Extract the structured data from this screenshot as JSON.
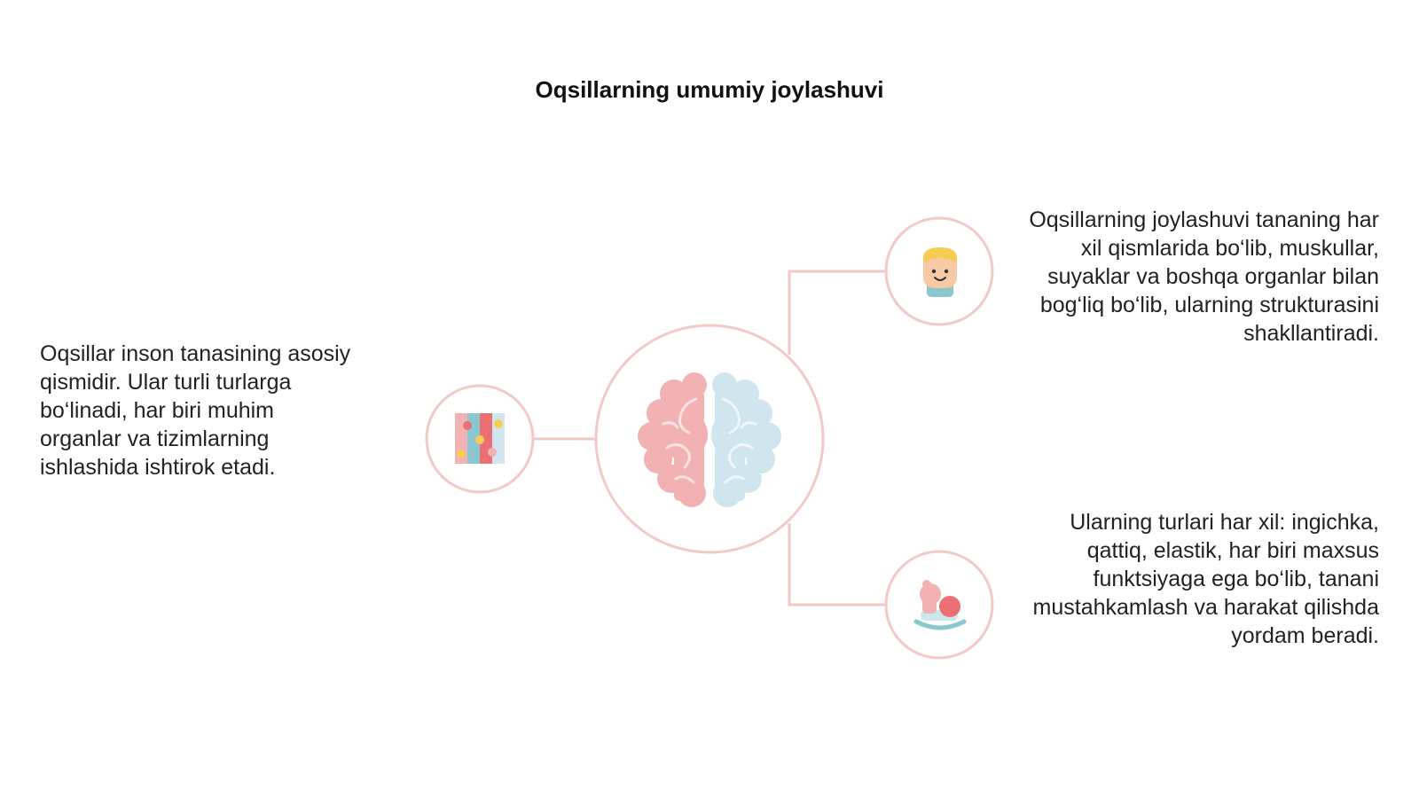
{
  "title": "Oqsillarning umumiy joylashuvi",
  "colors": {
    "connector": "#f0c8c6",
    "circle_stroke": "#f2c9c7",
    "brain_left": "#f2b1b3",
    "brain_right": "#cfe6ee",
    "accent_teal": "#8ac7cf",
    "accent_red": "#ec6f74",
    "accent_yellow": "#f4cd52"
  },
  "center_node": {
    "icon": "brain-icon"
  },
  "nodes": [
    {
      "id": "left",
      "icon": "puzzle-blocks-icon",
      "text": "Oqsillar inson tanasining asosiy qismidir. Ular turli turlarga bo‘linadi, har biri muhim organlar va tizimlarning ishlashida ishtirok etadi."
    },
    {
      "id": "right-top",
      "icon": "child-face-icon",
      "text": "Oqsillarning joylashuvi tananing har xil qismlarida bo‘lib, muskullar, suyaklar va boshqa organlar bilan bog‘liq bo‘lib, ularning strukturasini shakllantiradi."
    },
    {
      "id": "right-bottom",
      "icon": "rocking-horse-icon",
      "text": "Ularning turlari har xil: ingichka, qattiq, elastik, har biri maxsus funktsiyaga ega bo‘lib, tanani mustahkamlash va harakat qilishda yordam beradi."
    }
  ]
}
